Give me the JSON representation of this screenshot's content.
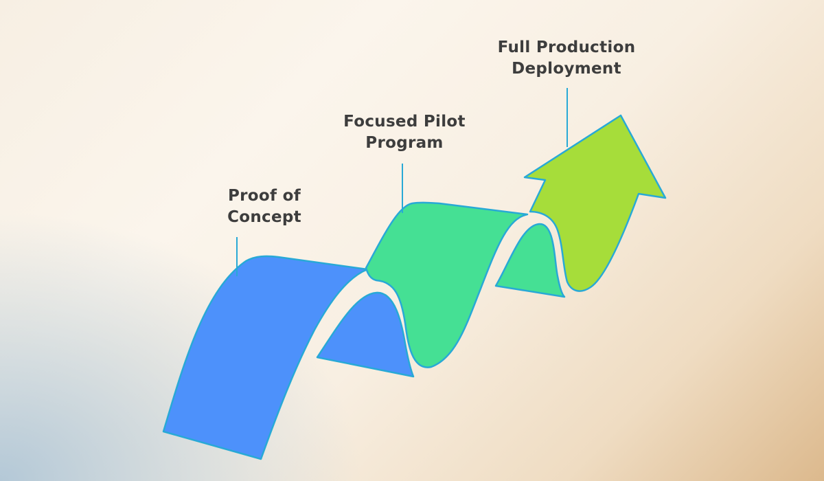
{
  "stages": [
    {
      "id": "proof",
      "line1": "Proof of",
      "line2": "Concept",
      "color": "#4d91fb"
    },
    {
      "id": "pilot",
      "line1": "Focused Pilot",
      "line2": "Program",
      "color": "#45e094"
    },
    {
      "id": "production",
      "line1": "Full Production",
      "line2": "Deployment",
      "color": "#a6dd3a"
    }
  ],
  "outline_color": "#28a9d6"
}
